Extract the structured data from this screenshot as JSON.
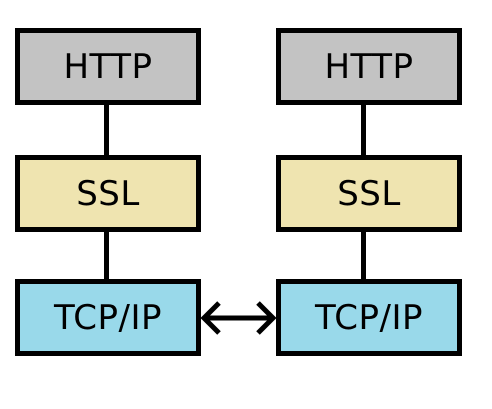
{
  "left_stack": {
    "http_label": "HTTP",
    "ssl_label": "SSL",
    "tcp_label": "TCP/IP"
  },
  "right_stack": {
    "http_label": "HTTP",
    "ssl_label": "SSL",
    "tcp_label": "TCP/IP"
  },
  "colors": {
    "http_fill": "#c3c3c3",
    "ssl_fill": "#efe4b0",
    "tcp_fill": "#99d9ea",
    "stroke": "#000000"
  },
  "icons": {
    "link": "double-headed-arrow-icon"
  }
}
